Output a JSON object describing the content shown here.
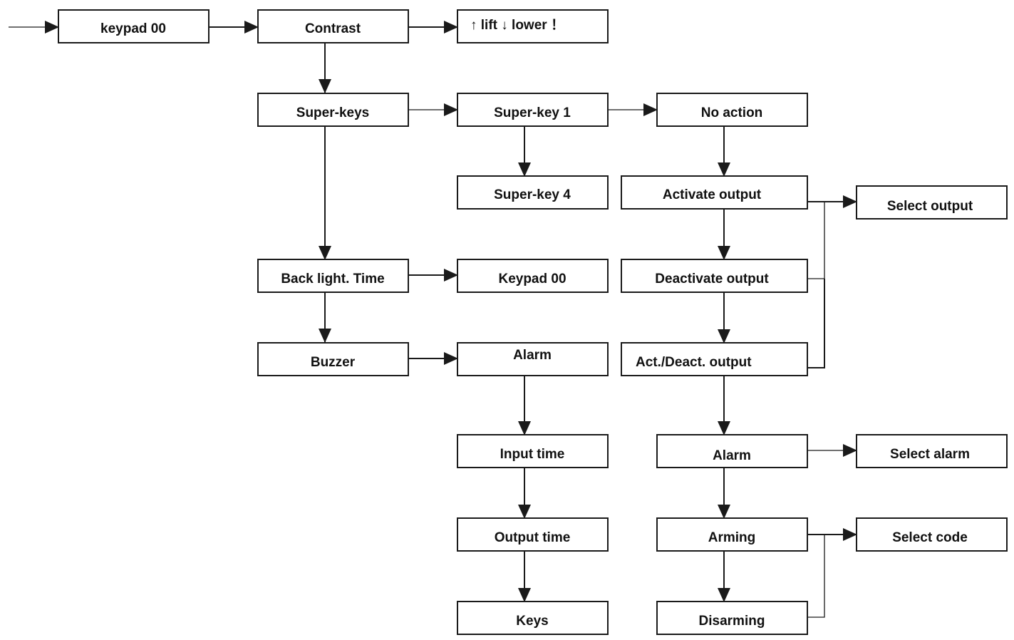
{
  "nodes": {
    "keypad00": "keypad 00",
    "contrast": "Contrast",
    "lift_lower": "↑ lift ↓ lower ！",
    "superkeys": "Super-keys",
    "superkey1": "Super-key 1",
    "noaction": "No action",
    "superkey4": "Super-key 4",
    "activate": "Activate output",
    "selectoutput": "Select output",
    "backlight": "Back light. Time",
    "keypad00b": "Keypad 00",
    "deactivate": "Deactivate output",
    "buzzer": "Buzzer",
    "alarm1": "Alarm",
    "actdeact": "Act./Deact. output",
    "inputtime": "Input time",
    "alarm2": "Alarm",
    "selectalarm": "Select alarm",
    "outputtime": "Output time",
    "arming": "Arming",
    "selectcode": "Select code",
    "keys": "Keys",
    "disarming": "Disarming"
  },
  "colors": {
    "stroke": "#1a1a1a",
    "text": "#111111",
    "background": "#ffffff"
  }
}
